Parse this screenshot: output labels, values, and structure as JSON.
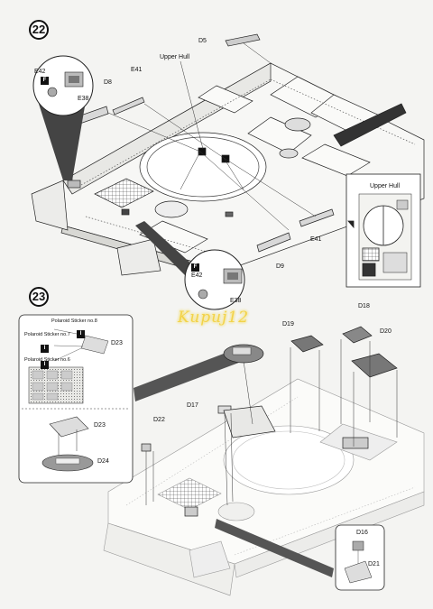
{
  "steps": {
    "s22": "22",
    "s23": "23"
  },
  "step22": {
    "upper_hull": "Upper Hull",
    "d5": "D5",
    "d8": "D8",
    "e41_top": "E41",
    "e42_a": "E42",
    "e38_a": "E38",
    "f_mark_a": "F",
    "e42_b": "E42",
    "e38_b": "E38",
    "f_mark_b": "F",
    "e41_bottom": "E41",
    "d9": "D9",
    "inset_upper_hull": "Upper Hull"
  },
  "step23": {
    "polaroid8": "Polaroid Sticker no.8",
    "polaroid7": "Polaroid Sticker no.7",
    "polaroid6": "Polaroid Sticker no.6",
    "mark_i_a": "I",
    "mark_i_b": "I",
    "mark_i_c": "I",
    "d23_top": "D23",
    "d23_bottom": "D23",
    "d24": "D24",
    "d19": "D19",
    "d18": "D18",
    "d20": "D20",
    "d17": "D17",
    "d22": "D22",
    "d16": "D16",
    "d21": "D21"
  },
  "watermark": "Kupuj12"
}
